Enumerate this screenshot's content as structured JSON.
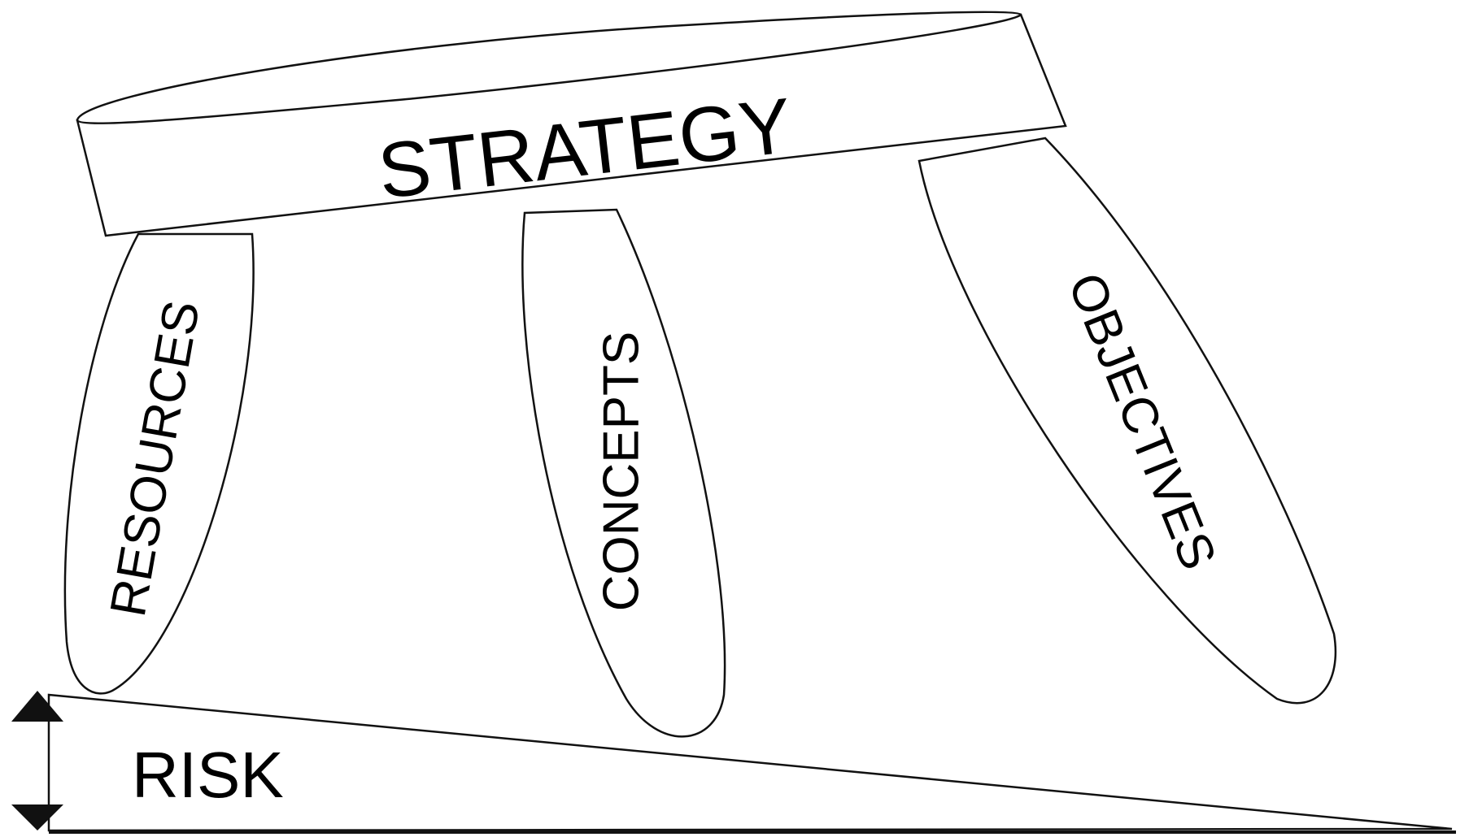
{
  "diagram": {
    "seat_label": "STRATEGY",
    "legs": [
      {
        "label": "RESOURCES"
      },
      {
        "label": "CONCEPTS"
      },
      {
        "label": "OBJECTIVES"
      }
    ],
    "ground_label": "RISK"
  },
  "colors": {
    "line": "#111111",
    "fill": "#ffffff",
    "text": "#000000"
  }
}
